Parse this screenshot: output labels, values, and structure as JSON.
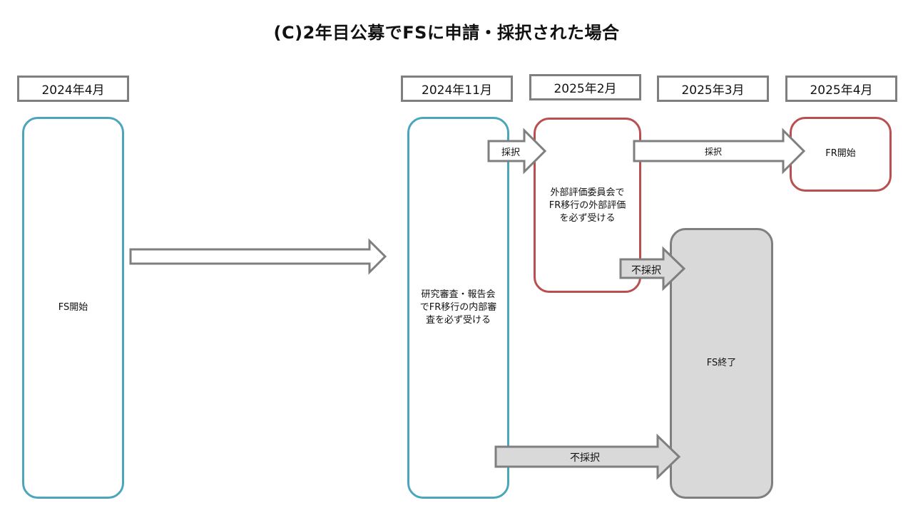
{
  "title": "(C)2年目公募でFSに申請・採択された場合",
  "dates": [
    "2024年4月",
    "2024年11月",
    "2025年2月",
    "2025年3月",
    "2025年4月"
  ],
  "boxes": {
    "fs_start": "FS開始",
    "internal_review": "研究審査・報告会でFR移行の内部審査を必ず受ける",
    "external_review": "外部評価委員会でFR移行の外部評価を必ず受ける",
    "fr_start": "FR開始",
    "fs_end": "FS終了"
  },
  "arrows": {
    "adopt_1": "採択",
    "adopt_2": "採択",
    "reject_1": "不採択",
    "reject_2": "不採択"
  },
  "colors": {
    "fs_phase": "#4ba6bc",
    "fr_phase": "#b94f4f",
    "end_phase": "#7f7f7f",
    "end_fill": "#d9d9d9"
  }
}
